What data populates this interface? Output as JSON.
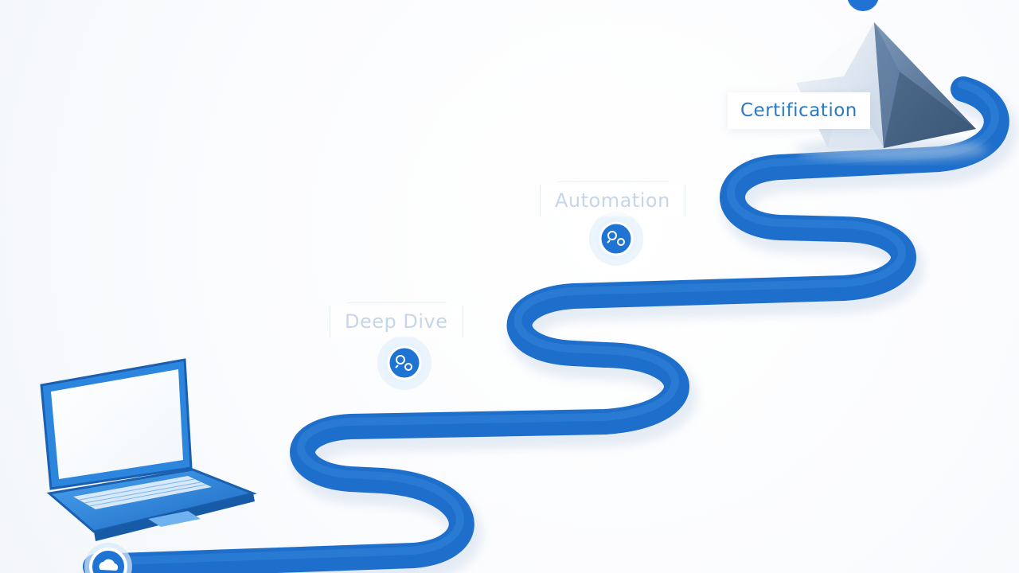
{
  "milestones": {
    "deep_dive": {
      "label": "Deep Dive"
    },
    "automation": {
      "label": "Automation"
    },
    "certification": {
      "label": "Certification"
    }
  },
  "icons": {
    "start": "cloud-icon",
    "deep_dive": "gears-icon",
    "automation": "gears-icon",
    "summit": "mountain-icon",
    "origin": "laptop-icon"
  },
  "colors": {
    "path": "#1e6fcb",
    "path_dark": "#175aa6",
    "node": "#1f73d2",
    "label_active": "#2a79c6",
    "label_faded": "#c5d6e8"
  }
}
